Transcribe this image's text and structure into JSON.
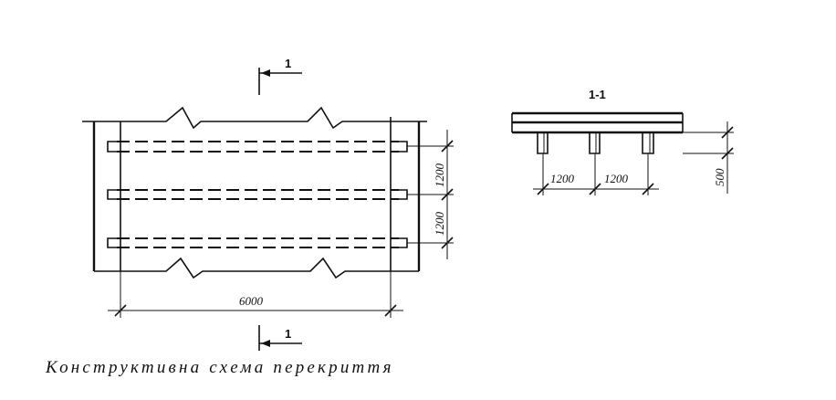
{
  "plan": {
    "section_mark_top": "1",
    "section_mark_bottom": "1",
    "dim_length": "6000",
    "dim_spacing_1": "1200",
    "dim_spacing_2": "1200"
  },
  "section": {
    "title": "1-1",
    "dim_spacing_1": "1200",
    "dim_spacing_2": "1200",
    "dim_height": "500"
  },
  "caption": "Конструктивна схема перекриття"
}
